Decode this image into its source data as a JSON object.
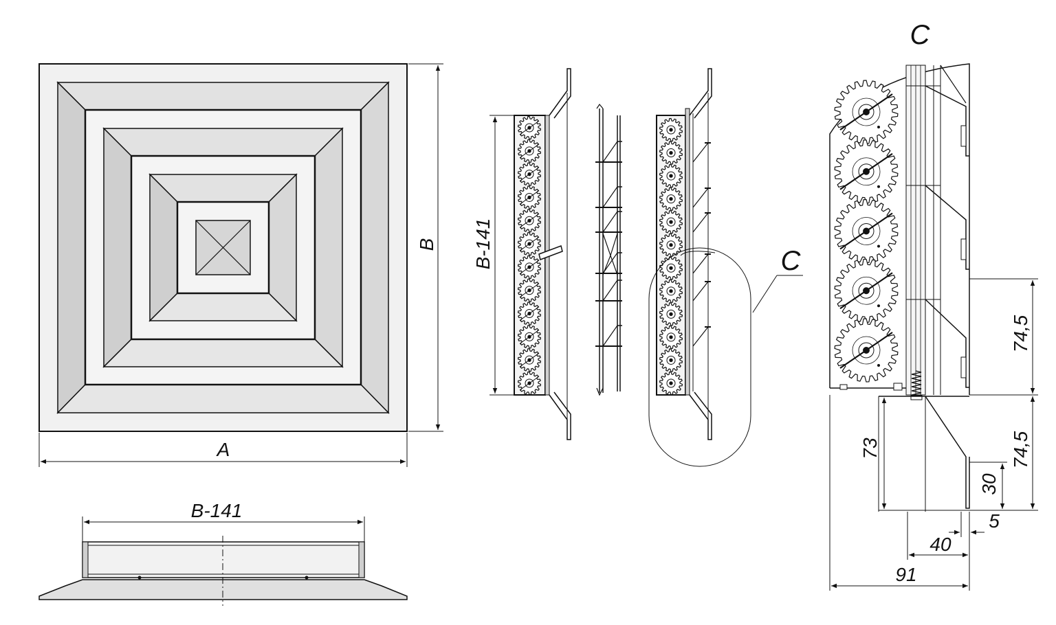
{
  "labels": {
    "a": "A",
    "b": "B",
    "b141_side": "B-141",
    "b141_bottom": "B-141",
    "c_callout": "C",
    "c_detail": "C",
    "dim_74_5_upper": "74,5",
    "dim_74_5_lower": "74,5",
    "dim_73": "73",
    "dim_30": "30",
    "dim_5": "5",
    "dim_40": "40",
    "dim_91": "91"
  },
  "colors": {
    "line": "#111111",
    "face_light": "#efefef",
    "face_mid": "#d9d9d9",
    "face_dark": "#c4c4c4",
    "paper": "#ffffff"
  },
  "counts": {
    "gears_side_view": 12,
    "gears_detail": 5
  }
}
